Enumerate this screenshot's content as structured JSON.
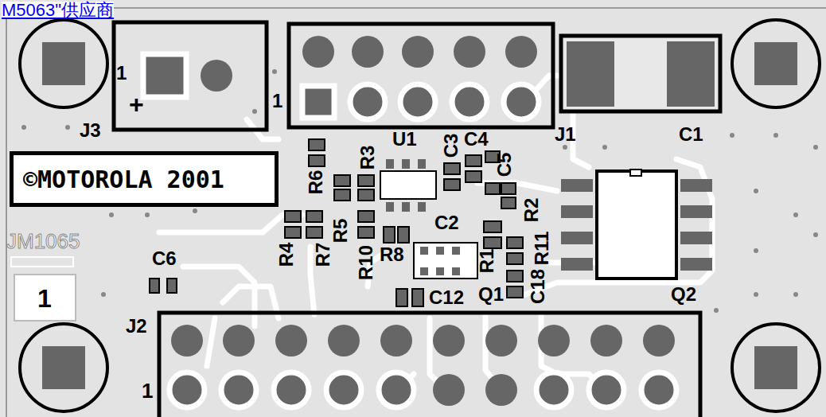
{
  "diagram": {
    "nodes": [
      {
        "text": [
          "©MOTOROLA 2001"
        ]
      }
    ],
    "labels": [
      "M5063\"供应商",
      "1",
      "+",
      "J3",
      "1",
      "U1",
      "J1",
      "C1",
      "C3",
      "C4",
      "C5",
      "R6",
      "R3",
      "R2",
      "C2",
      "R5",
      "R4",
      "R7",
      "R10",
      "R8",
      "R1",
      "R11",
      "Q1",
      "C18",
      "C12",
      "Q2",
      "C6",
      "JM1065",
      "1",
      "J2",
      "1"
    ]
  }
}
